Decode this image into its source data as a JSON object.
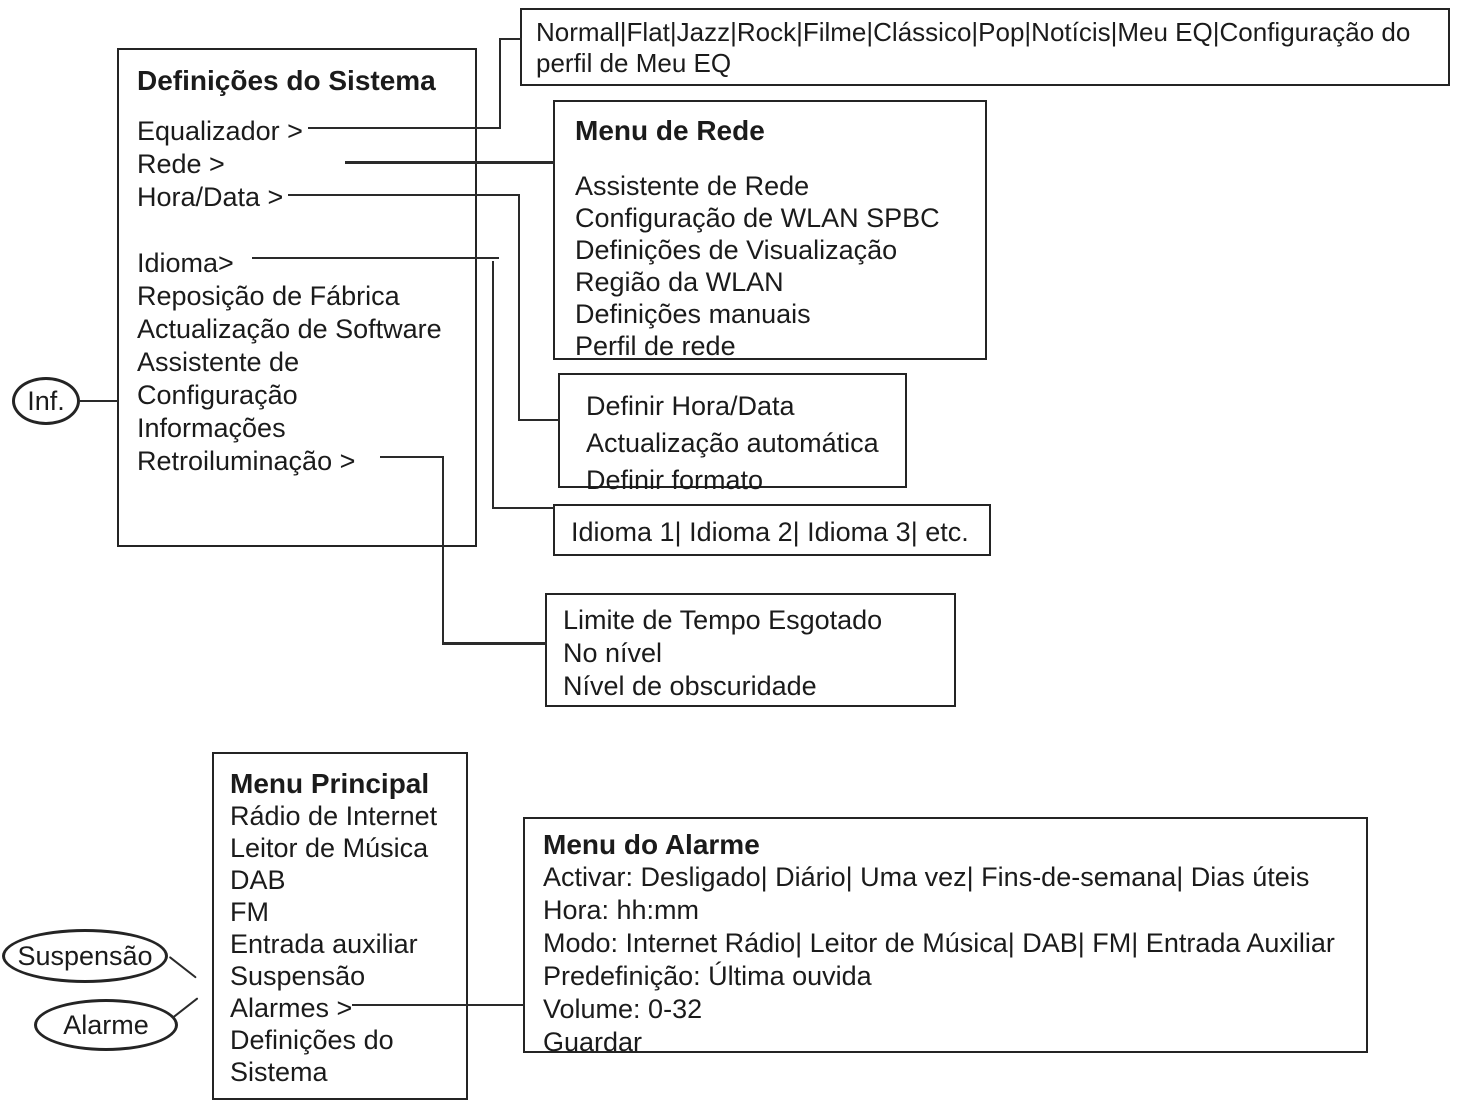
{
  "colors": {
    "line": "#2a2a2a",
    "text": "#1b1b1b",
    "background": "#ffffff"
  },
  "equalizer_options": {
    "text": "Normal|Flat|Jazz|Rock|Filme|Clássico|Pop|Notícis|Meu EQ|Configuração do perfil de Meu EQ"
  },
  "system_settings": {
    "title": "Definições do Sistema",
    "items": [
      "Equalizador >",
      "Rede >",
      "Hora/Data >",
      "Idioma>",
      "Reposição de Fábrica",
      "Actualização de Software",
      "Assistente de",
      "Configuração",
      "Informações",
      "Retroiluminação >"
    ]
  },
  "network_menu": {
    "title": "Menu de Rede",
    "items": [
      "Assistente de Rede",
      "Configuração de WLAN SPBC",
      "Definições de Visualização",
      "Região da WLAN",
      "Definições manuais",
      "Perfil de rede"
    ]
  },
  "time_date_menu": {
    "items": [
      "Definir Hora/Data",
      "Actualização automática",
      "Definir formato"
    ]
  },
  "language_options": {
    "text": "Idioma 1| Idioma 2| Idioma 3| etc."
  },
  "backlight_menu": {
    "items": [
      "Limite de Tempo Esgotado",
      "No nível",
      "Nível de obscuridade"
    ]
  },
  "main_menu": {
    "title": "Menu Principal",
    "items": [
      "Rádio de Internet",
      "Leitor de Música",
      "DAB",
      "FM",
      "Entrada auxiliar",
      "Suspensão",
      "Alarmes >",
      "Definições do",
      "Sistema"
    ]
  },
  "alarm_menu": {
    "title": "Menu do Alarme",
    "items": [
      "Activar: Desligado| Diário| Uma vez| Fins-de-semana| Dias úteis",
      "Hora: hh:mm",
      "Modo: Internet Rádio| Leitor de Música| DAB| FM| Entrada Auxiliar",
      "Predefinição: Última ouvida",
      "Volume: 0-32",
      "Guardar"
    ]
  },
  "ovals": {
    "info": "Inf.",
    "sleep": "Suspensão",
    "alarm": "Alarme"
  }
}
